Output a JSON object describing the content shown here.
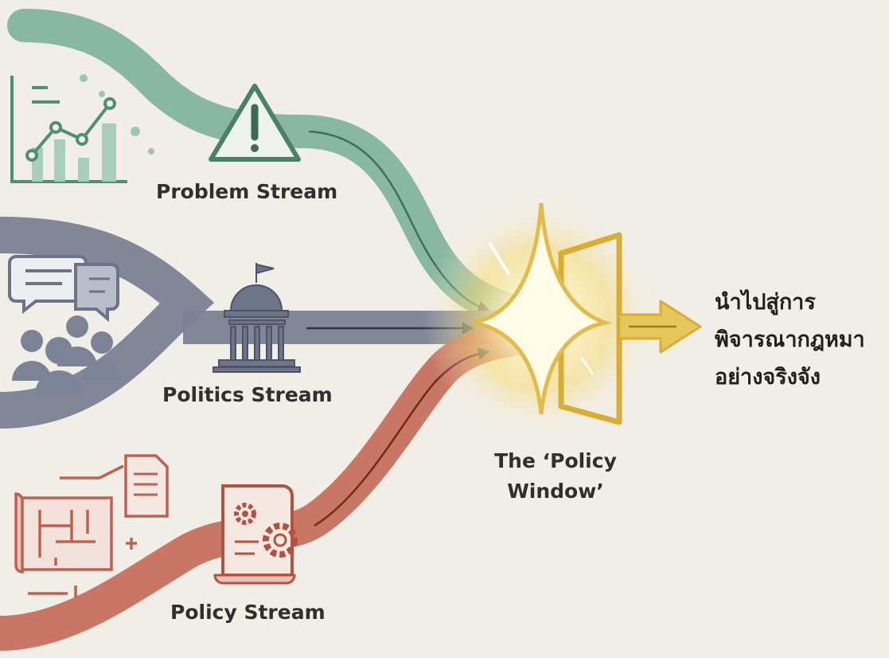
{
  "streams": {
    "problem": {
      "label": "Problem Stream",
      "color": "#6aa58a"
    },
    "politics": {
      "label": "Politics Stream",
      "color": "#6c7388"
    },
    "policy": {
      "label": "Policy Stream",
      "color": "#c0604e"
    }
  },
  "policy_window": {
    "label_line1": "The ‘Policy",
    "label_line2": "Window’",
    "color": "#e2bc48"
  },
  "outcome": {
    "line1": "นำไปสู่การ",
    "line2": "พิจารณากฎหมา",
    "line3": "อย่างจริงจัง"
  }
}
